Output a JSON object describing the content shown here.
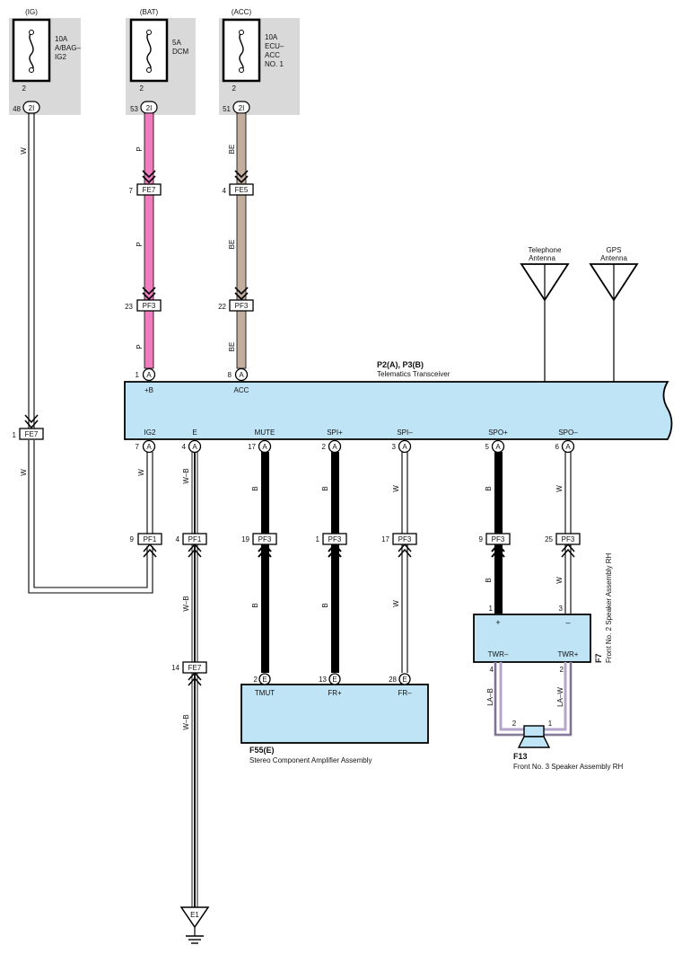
{
  "fuses": [
    {
      "supply": "(IG)",
      "line1": "10A",
      "line2": "A/BAG–",
      "line3": "IG2",
      "pin": "2",
      "junction_pin": "48",
      "junction": "2I"
    },
    {
      "supply": "(BAT)",
      "line1": "5A",
      "line2": "DCM",
      "line3": "",
      "pin": "2",
      "junction_pin": "53",
      "junction": "2I"
    },
    {
      "supply": "(ACC)",
      "line1": "10A",
      "line2": "ECU–",
      "line3": "ACC",
      "line4": "NO. 1",
      "pin": "2",
      "junction_pin": "51",
      "junction": "2I"
    }
  ],
  "wire_colors": {
    "W": "W",
    "P": "P",
    "BE": "BE",
    "B": "B",
    "WB": "W–B",
    "LAB": "LA–B",
    "LAW": "LA–W"
  },
  "colors": {
    "pink": "#f07cbf",
    "beige": "#c2ae9d",
    "panel": "#d9d9d9",
    "component": "#bfe4f5",
    "lavender": "#b3a6c9",
    "black": "#000000"
  },
  "antennas": {
    "telephone_1": "Telephone",
    "telephone_2": "Antenna",
    "gps_1": "GPS",
    "gps_2": "Antenna"
  },
  "transceiver": {
    "code": "P2(A), P3(B)",
    "name": "Telematics Transceiver",
    "top_pins": [
      {
        "num": "1",
        "conn": "A",
        "label": "+B"
      },
      {
        "num": "8",
        "conn": "A",
        "label": "ACC"
      }
    ],
    "bottom_pins": [
      {
        "num": "7",
        "conn": "A",
        "label": "IG2"
      },
      {
        "num": "4",
        "conn": "A",
        "label": "E"
      },
      {
        "num": "17",
        "conn": "A",
        "label": "MUTE"
      },
      {
        "num": "2",
        "conn": "A",
        "label": "SPI+"
      },
      {
        "num": "3",
        "conn": "A",
        "label": "SPI–"
      },
      {
        "num": "5",
        "conn": "A",
        "label": "SPO+"
      },
      {
        "num": "6",
        "conn": "A",
        "label": "SPO–"
      }
    ]
  },
  "connectors": {
    "fe7a": {
      "num": "7",
      "code": "FE7"
    },
    "fe5": {
      "num": "4",
      "code": "FE5"
    },
    "pf3a": {
      "num": "23",
      "code": "PF3"
    },
    "pf3b": {
      "num": "22",
      "code": "PF3"
    },
    "fe7b": {
      "num": "1",
      "code": "FE7"
    },
    "pf1a": {
      "num": "9",
      "code": "PF1"
    },
    "pf1b": {
      "num": "4",
      "code": "PF1"
    },
    "pf3c": {
      "num": "19",
      "code": "PF3"
    },
    "pf3d": {
      "num": "1",
      "code": "PF3"
    },
    "pf3e": {
      "num": "17",
      "code": "PF3"
    },
    "pf3f": {
      "num": "9",
      "code": "PF3"
    },
    "pf3g": {
      "num": "25",
      "code": "PF3"
    },
    "fe7c": {
      "num": "14",
      "code": "FE7"
    }
  },
  "amplifier": {
    "code": "F55(E)",
    "name": "Stereo Component Amplifier Assembly",
    "pins": [
      {
        "num": "2",
        "conn": "E",
        "label": "TMUT"
      },
      {
        "num": "13",
        "conn": "E",
        "label": "FR+"
      },
      {
        "num": "28",
        "conn": "E",
        "label": "FR–"
      }
    ]
  },
  "speaker2": {
    "code": "F7",
    "name": "Front No.  2 Speaker Assembly RH",
    "pin_plus": "1",
    "pin_minus": "3",
    "label_plus": "+",
    "label_minus": "–",
    "label_twr_minus": "TWR–",
    "label_twr_plus": "TWR+",
    "pin_twr_minus": "4",
    "pin_twr_plus": "2"
  },
  "speaker3": {
    "code": "F13",
    "name": "Front No.  3 Speaker Assembly RH",
    "pin_left": "2",
    "pin_right": "1"
  },
  "ground": {
    "label": "E1"
  }
}
